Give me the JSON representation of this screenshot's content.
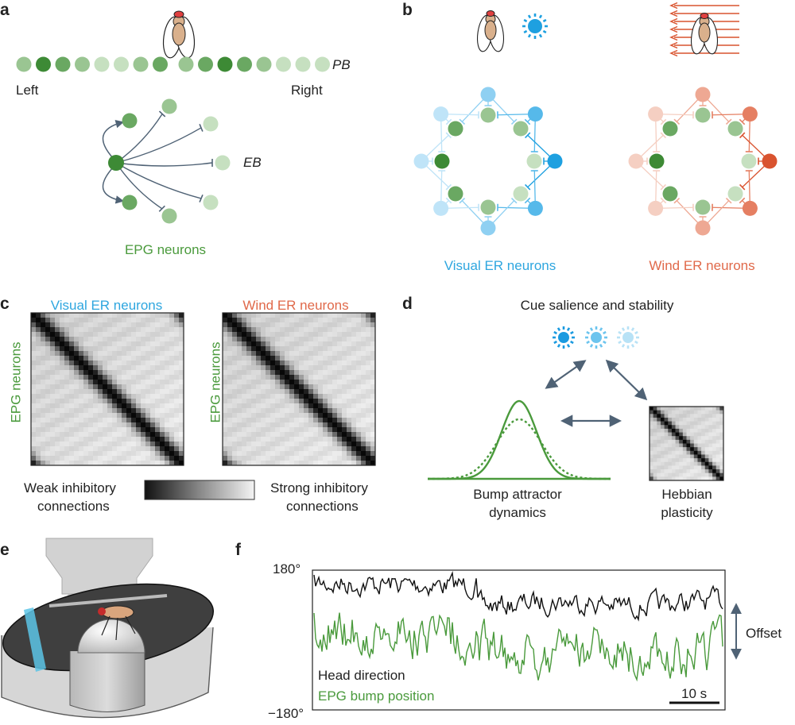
{
  "panels": {
    "a": "a",
    "b": "b",
    "c": "c",
    "d": "d",
    "e": "e",
    "f": "f"
  },
  "panel_a": {
    "pb_label": "PB",
    "left_label": "Left",
    "right_label": "Right",
    "eb_label": "EB",
    "neurons_label": "EPG neurons"
  },
  "panel_b": {
    "visual_label": "Visual ER neurons",
    "wind_label": "Wind ER neurons"
  },
  "panel_c": {
    "visual_title": "Visual ER neurons",
    "wind_title": "Wind ER neurons",
    "ylabel_left": "EPG neurons",
    "ylabel_right": "EPG neurons",
    "weak_line1": "Weak inhibitory",
    "weak_line2": "connections",
    "strong_line1": "Strong inhibitory",
    "strong_line2": "connections"
  },
  "panel_d": {
    "title": "Cue salience and stability",
    "bump_line1": "Bump attractor",
    "bump_line2": "dynamics",
    "hebb_line1": "Hebbian",
    "hebb_line2": "plasticity"
  },
  "panel_f": {
    "y_top": "180°",
    "y_bottom": "−180°",
    "offset_label": "Offset",
    "legend_head": "Head direction",
    "legend_bump": "EPG bump position",
    "scale_label": "10 s"
  },
  "colors": {
    "epg_green": "#4a9a3c",
    "visual_blue": "#2ea6df",
    "wind_red": "#e0694a",
    "arrow_slate": "#4f6275"
  }
}
